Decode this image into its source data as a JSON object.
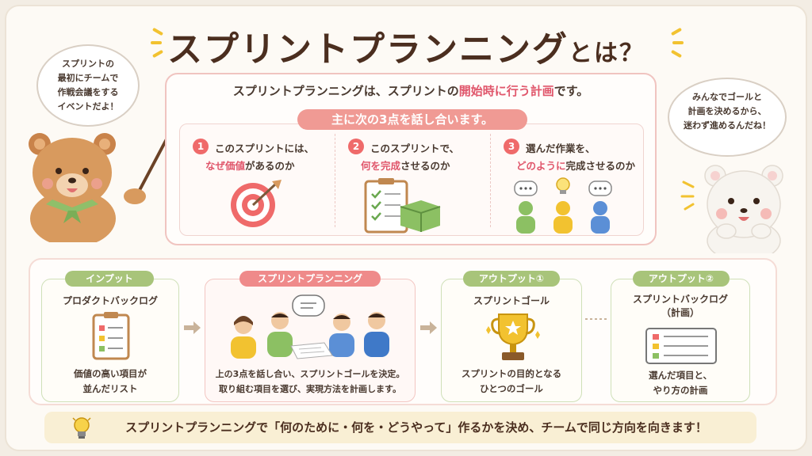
{
  "title": {
    "main": "スプリントプランニング",
    "suffix": "とは？"
  },
  "left_bubble": {
    "lines": [
      "スプリントの",
      "最初にチームで",
      "作戦会議をする",
      "イベントだよ！"
    ]
  },
  "right_bubble": {
    "lines": [
      "みんなでゴールと",
      "計画を決めるから、",
      "迷わず進めるんだね！"
    ]
  },
  "intro": {
    "before": "スプリントプランニングは、スプリントの",
    "highlight": "開始時に行う計画",
    "after": "です。"
  },
  "discuss_pill": "主に次の3点を話し合います。",
  "points": [
    {
      "num": "1",
      "line1": "このスプリントには、",
      "highlight": "なぜ価値",
      "rest": "があるのか",
      "icon": "target-icon"
    },
    {
      "num": "2",
      "line1": "このスプリントで、",
      "highlight": "何を完成",
      "rest": "させるのか",
      "icon": "checklist-box-icon"
    },
    {
      "num": "3",
      "line1": "選んだ作業を、",
      "highlight": "どのように",
      "rest": "完成させるのか",
      "icon": "team-idea-icon"
    }
  ],
  "flow": {
    "input": {
      "tag": "インプット",
      "heading": "プロダクトバックログ",
      "desc": [
        "価値の高い項目が",
        "並んだリスト"
      ],
      "icon": "clipboard-list-icon"
    },
    "planning": {
      "tag": "スプリントプランニング",
      "desc": [
        "上の3点を話し合い、スプリントゴールを決定。",
        "取り組む項目を選び、実現方法を計画します。"
      ],
      "icon": "team-meeting-icon"
    },
    "output1": {
      "tag": "アウトプット①",
      "heading": "スプリントゴール",
      "desc": [
        "スプリントの目的となる",
        "ひとつのゴール"
      ],
      "icon": "trophy-icon"
    },
    "output2": {
      "tag": "アウトプット②",
      "heading": [
        "スプリントバックログ",
        "（計画）"
      ],
      "desc": [
        "選んだ項目と、",
        "やり方の計画"
      ],
      "icon": "backlog-list-icon"
    }
  },
  "summary": "スプリントプランニングで「何のために・何を・どうやって」作るかを決め、チームで同じ方向を向きます！",
  "colors": {
    "accent_red": "#e0566b",
    "pill_pink": "#f09a94",
    "tag_green": "#a8c47a",
    "title_brown": "#4b2e1f"
  }
}
